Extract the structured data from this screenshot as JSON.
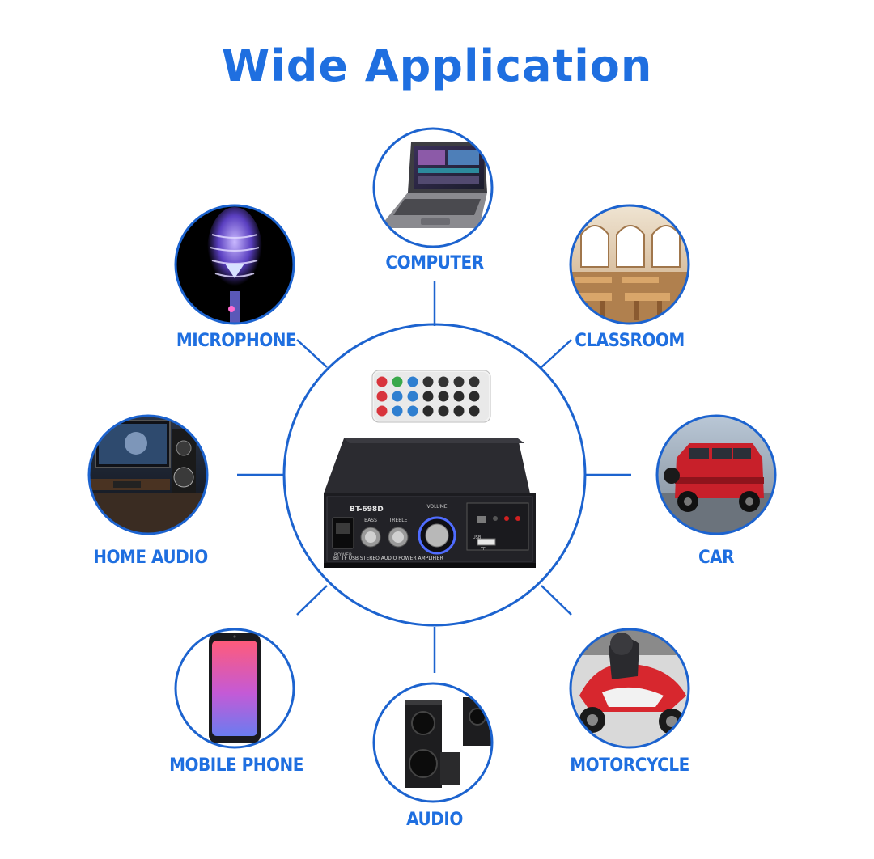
{
  "title": "Wide Application",
  "colors": {
    "accent": "#1f6fe0",
    "ring": "#1c63cf",
    "amp_body": "#1c1c20"
  },
  "applications": [
    {
      "id": "computer",
      "label": "COMPUTER"
    },
    {
      "id": "microphone",
      "label": "MICROPHONE"
    },
    {
      "id": "classroom",
      "label": "CLASSROOM"
    },
    {
      "id": "home-audio",
      "label": "HOME AUDIO"
    },
    {
      "id": "car",
      "label": "CAR"
    },
    {
      "id": "mobile-phone",
      "label": "MOBILE PHONE"
    },
    {
      "id": "motorcycle",
      "label": "MOTORCYCLE"
    },
    {
      "id": "audio",
      "label": "AUDIO"
    }
  ],
  "product": {
    "model": "BT-698D",
    "panel_text": "BT TF USB STEREO AUDIO POWER AMPLIFIER",
    "knobs": [
      "BASS",
      "TREBLE",
      "VOLUME"
    ],
    "switch_label": "POWER",
    "usb_label": "USB",
    "tf_label": "TF"
  }
}
